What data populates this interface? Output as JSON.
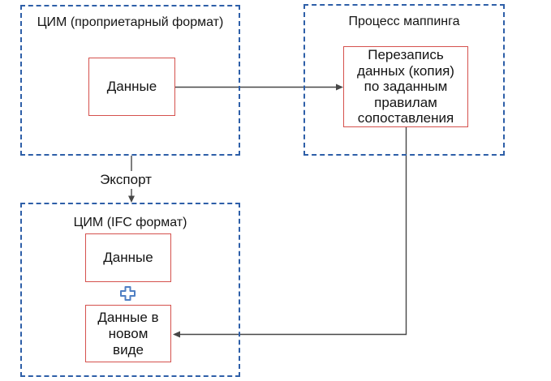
{
  "diagram": {
    "groups": [
      {
        "id": "cim-proprietary",
        "title": "ЦИМ (проприетарный формат)"
      },
      {
        "id": "mapping-process",
        "title": "Процесс маппинга"
      },
      {
        "id": "cim-ifc",
        "title": "ЦИМ (IFC формат)"
      }
    ],
    "nodes": [
      {
        "id": "source-data",
        "label": "Данные"
      },
      {
        "id": "mapping-rule",
        "lines": [
          "Перезапись",
          "данных (копия)",
          "по заданным",
          "правилам",
          "сопоставления"
        ]
      },
      {
        "id": "ifc-data",
        "label": "Данные"
      },
      {
        "id": "ifc-new-data",
        "lines": [
          "Данные в",
          "новом",
          "виде"
        ]
      }
    ],
    "edges": [
      {
        "id": "source-to-mapping",
        "label": ""
      },
      {
        "id": "mapping-to-newdata",
        "label": ""
      },
      {
        "id": "export",
        "label": "Экспорт"
      }
    ],
    "icons": [
      {
        "name": "plus-icon"
      }
    ],
    "colors": {
      "group_border": "#2e5fa8",
      "node_border": "#d5514d",
      "connector": "#474747",
      "icon_blue": "#4f7fc3",
      "text": "#141414",
      "bg": "#ffffff"
    }
  }
}
